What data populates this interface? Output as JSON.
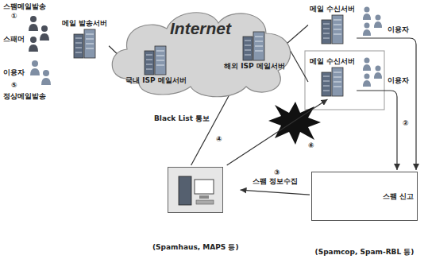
{
  "diagram": {
    "nodes": [
      {
        "text": [
          "메일 발송서버"
        ]
      },
      {
        "text": [
          "Internet"
        ]
      },
      {
        "text": [
          "국내 ISP 메일서버"
        ],
        "in": 1
      },
      {
        "text": [
          "해외 ISP 메일서버"
        ],
        "in": 1
      },
      {
        "text": [
          "메일 수신서버"
        ]
      },
      {
        "text": [
          "메일 수신서버"
        ]
      },
      {
        "text": [
          "(Spamhaus, MAPS 등)"
        ]
      },
      {
        "text": [
          "스팸 신고",
          "(Spamcop, Spam-RBL 등)"
        ]
      }
    ],
    "edges": [
      {
        "from": 0,
        "to": 2,
        "arrow": "none"
      },
      {
        "from": 3,
        "to": 4,
        "arrow": "none"
      },
      {
        "from": 3,
        "to": 5,
        "arrow": "none"
      },
      {
        "from": 4,
        "to": 7,
        "arrow": "to"
      },
      {
        "from": 5,
        "to": 7,
        "arrow": "to"
      },
      {
        "from": 7,
        "to": 6,
        "label": "스팸 정보수집",
        "arrow": "to"
      },
      {
        "from": 6,
        "to": 3,
        "label": "Black List 통보",
        "arrow": "to"
      },
      {
        "from": 6,
        "to": 5,
        "arrow": "to"
      }
    ],
    "labels": [
      "스팸메일발송",
      "①",
      "스패머",
      "이용자",
      "⑤",
      "정상메일발송",
      "이용자",
      "이용자",
      "②",
      "⑥",
      "④",
      "③"
    ]
  }
}
